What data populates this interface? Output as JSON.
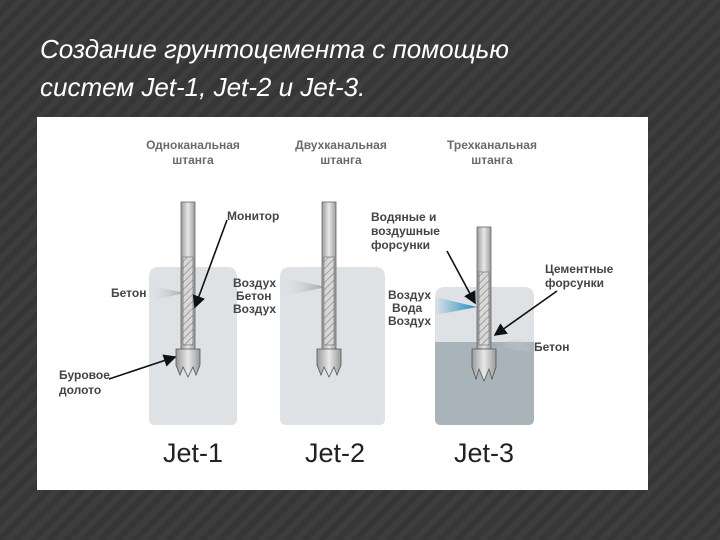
{
  "slide": {
    "title_line1": "Создание грунтоцемента с помощью",
    "title_line2": "систем Jet-1, Jet-2 и Jet-3."
  },
  "diagram": {
    "jet1": {
      "header_line1": "Одноканальная",
      "header_line2": "штанга",
      "label_monitor": "Монитор",
      "label_beton_left": "Бетон",
      "label_nozzle_1": "Воздух",
      "label_nozzle_2": "Бетон",
      "label_nozzle_3": "Воздух",
      "label_bit_line1": "Буровое",
      "label_bit_line2": "долото",
      "name": "Jet-1"
    },
    "jet2": {
      "header_line1": "Двухканальная",
      "header_line2": "штанга",
      "label_nozzle_1": "Воздух",
      "label_nozzle_2": "Вода",
      "label_nozzle_3": "Воздух",
      "name": "Jet-2"
    },
    "jet3": {
      "header_line1": "Трехканальная",
      "header_line2": "штанга",
      "label_water_air_1": "Водяные и",
      "label_water_air_2": "воздушные",
      "label_water_air_3": "форсунки",
      "label_cement_1": "Цементные",
      "label_cement_2": "форсунки",
      "label_beton": "Бетон",
      "name": "Jet-3"
    }
  },
  "colors": {
    "ground": "#dfe2e5",
    "ground_jet3_lower": "#a9b3ba",
    "water_jet": "#1e8bc3",
    "rod": "#c9c9c9"
  }
}
